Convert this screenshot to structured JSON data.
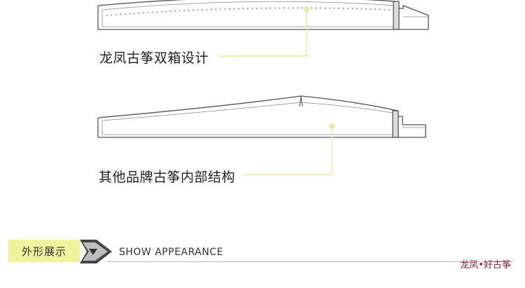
{
  "labels": {
    "double_box": "龙凤古筝双箱设计",
    "other_brand": "其他品牌古筝内部结构"
  },
  "section": {
    "title_cn": "外形展示",
    "title_en": "SHOW APPEARANCE",
    "icon": "triangle-down-icon"
  },
  "brand": {
    "text": "龙凤•好古筝"
  },
  "colors": {
    "accent_yellow": "#f1f29e",
    "leader_line": "#eaeaa6",
    "outline": "#555555",
    "brand_red": "#8a1f1f"
  }
}
